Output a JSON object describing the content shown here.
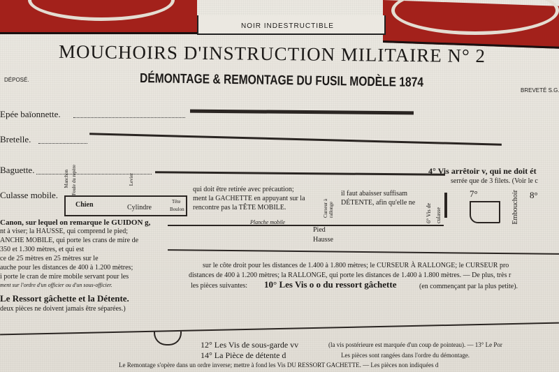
{
  "header": {
    "banner_label": "NOIR INDESTRUCTIBLE",
    "title": "MOUCHOIRS D'INSTRUCTION MILITAIRE N° 2",
    "subtitle": "DÉMONTAGE & REMONTAGE DU FUSIL MODÈLE 1874",
    "depose": "DÉPOSÉ.",
    "brevete": "BREVETÉ S.G."
  },
  "parts": [
    "Epée baïonnette.",
    "Bretelle.",
    "Baguette.",
    "Culasse mobile."
  ],
  "culasse_labels": [
    "Manchon",
    "Foule du repère",
    "Levier",
    "Chien",
    "Cylindre",
    "Tête",
    "Boulon"
  ],
  "canon_text": [
    "Canon, sur lequel on remarque le GUIDON g,",
    "nt à viser; la HAUSSE, qui comprend le pied;",
    "ANCHE MOBILE, qui porte les crans de mire de",
    "350 et 1.300 mètres, et qui est",
    "ce de 25 mètres en 25 mètres sur le",
    "auche pour les distances de 400 à 1.200 mètres;",
    "i porte le cran de mire mobile servant pour les",
    "ment sur l'ordre d'un officier ou d'un sous-officier."
  ],
  "ressort": "Le Ressort gâchette et la Détente.",
  "ressort_note": "deux pièces ne doivent jamais être séparées.)",
  "middle_text": [
    "qui doit être retirée avec précaution;",
    "ment la GACHETTE en appuyant sur la",
    "rencontre pas la TÊTE MOBILE."
  ],
  "detente_text": [
    "il faut abaisser suffisam",
    "DÉTENTE, afin qu'elle ne"
  ],
  "vertical_labels": [
    "Curseur à rallonge",
    "6° Vis de culasse",
    "Embouchoir"
  ],
  "numbers": [
    "7°",
    "8°"
  ],
  "hausse_labels": [
    "Planche mobile",
    "Pied",
    "Hausse"
  ],
  "vis_arretoir": "4° Vis arrêtoir v, qui ne doit ét",
  "vis_arretoir_note": "serrée que de 3 filets. (Voir le c",
  "lower_text": [
    "sur le côte       droit pour les distances de 1.400 à 1.800 mètres; le CURSEUR À RALLONGE; le CURSEUR pro",
    "distances de 400 à 1.200 mètres; la RALLONGE, qui porte les distances de 1.400 à 1.800 mètres. — De plus, très r",
    "les pièces suivantes: "
  ],
  "vis_ressort": "10° Les Vis o o du ressort gâchette",
  "vis_ressort_note": "(en commençant par la plus petite).",
  "item12": "12° Les Vis de sous-garde vv",
  "item12_note": "(la vis postérieure est marquée d'un coup de pointeau). — 13° Le Por",
  "item14": "14° La Pièce de détente d",
  "item14_note": "Les pièces sont rangées dans l'ordre du démontage.",
  "remontage": "Le Remontage s'opère dans un ordre inverse; mettre à fond les Vis DU RESSORT GACHETTE. — Les pièces non indiquées d",
  "colors": {
    "band_red": "#a3211b",
    "fabric": "#e9e6df",
    "ink": "#1c1a18"
  }
}
